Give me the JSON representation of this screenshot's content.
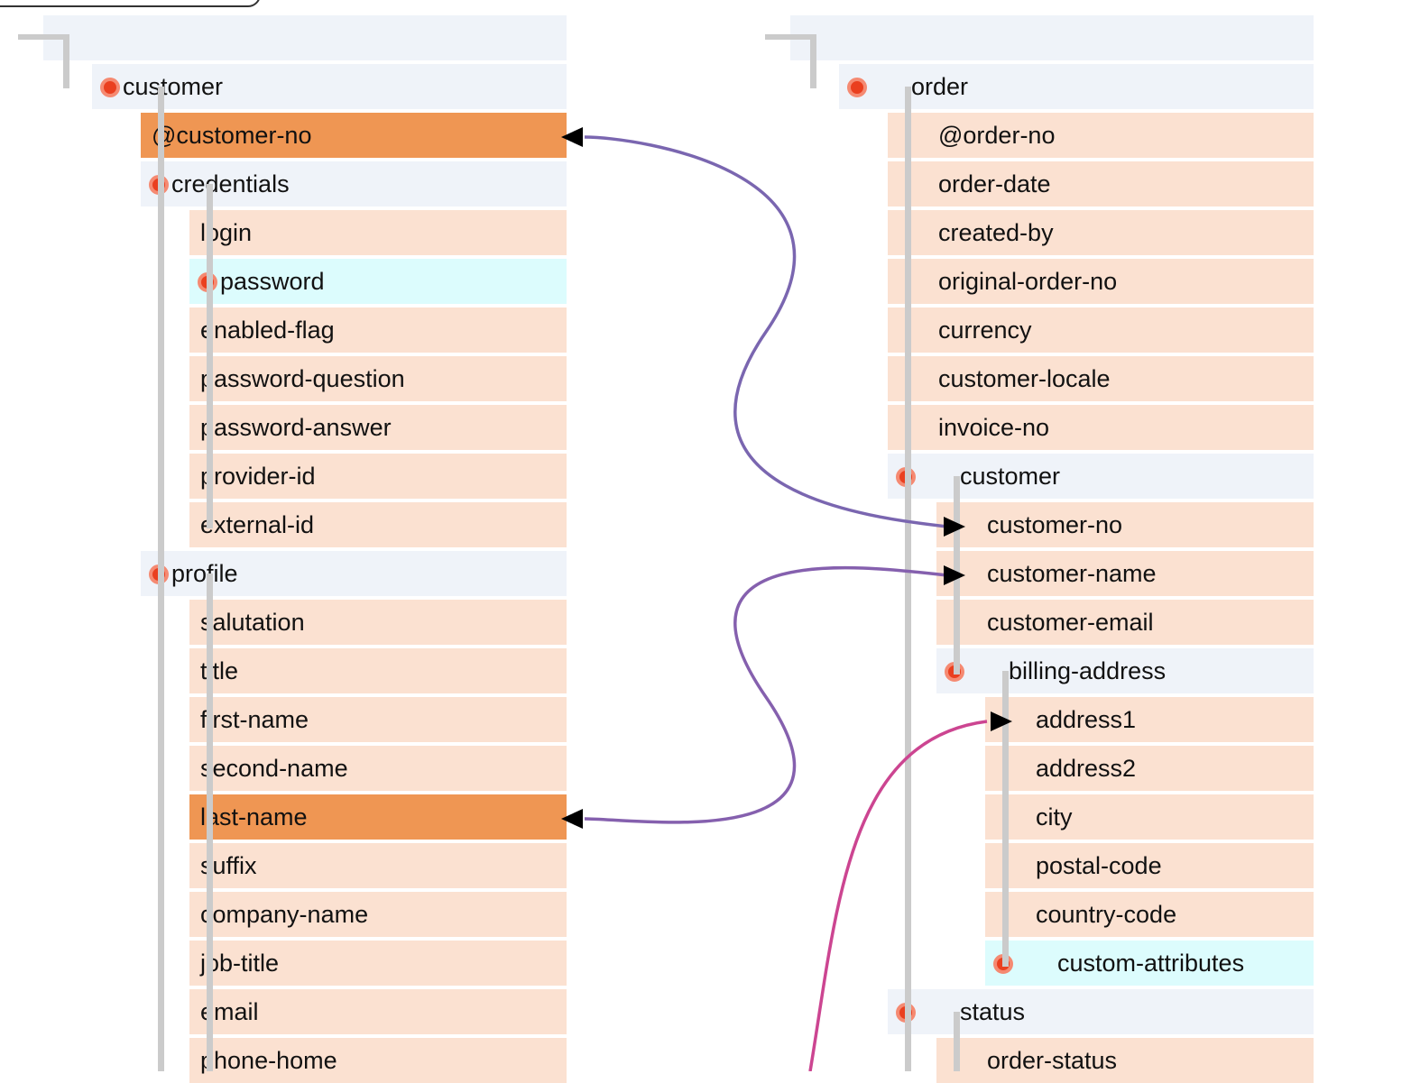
{
  "left_tree": {
    "root_label": "",
    "rows": [
      {
        "label": "customer",
        "kind": "group",
        "depth": 1,
        "dot": true
      },
      {
        "label": "@customer-no",
        "kind": "sel",
        "depth": 2,
        "dot": false
      },
      {
        "label": "credentials",
        "kind": "group",
        "depth": 2,
        "dot": true
      },
      {
        "label": "login",
        "kind": "leaf",
        "depth": 3,
        "dot": false
      },
      {
        "label": "password",
        "kind": "alt",
        "depth": 3,
        "dot": true
      },
      {
        "label": "enabled-flag",
        "kind": "leaf",
        "depth": 3,
        "dot": false
      },
      {
        "label": "password-question",
        "kind": "leaf",
        "depth": 3,
        "dot": false
      },
      {
        "label": "password-answer",
        "kind": "leaf",
        "depth": 3,
        "dot": false
      },
      {
        "label": "provider-id",
        "kind": "leaf",
        "depth": 3,
        "dot": false
      },
      {
        "label": "external-id",
        "kind": "leaf",
        "depth": 3,
        "dot": false
      },
      {
        "label": "profile",
        "kind": "group",
        "depth": 2,
        "dot": true
      },
      {
        "label": "salutation",
        "kind": "leaf",
        "depth": 3,
        "dot": false
      },
      {
        "label": "title",
        "kind": "leaf",
        "depth": 3,
        "dot": false
      },
      {
        "label": "first-name",
        "kind": "leaf",
        "depth": 3,
        "dot": false
      },
      {
        "label": "second-name",
        "kind": "leaf",
        "depth": 3,
        "dot": false
      },
      {
        "label": "last-name",
        "kind": "sel",
        "depth": 3,
        "dot": false
      },
      {
        "label": "suffix",
        "kind": "leaf",
        "depth": 3,
        "dot": false
      },
      {
        "label": "company-name",
        "kind": "leaf",
        "depth": 3,
        "dot": false
      },
      {
        "label": "job-title",
        "kind": "leaf",
        "depth": 3,
        "dot": false
      },
      {
        "label": "email",
        "kind": "leaf",
        "depth": 3,
        "dot": false
      },
      {
        "label": "phone-home",
        "kind": "leaf",
        "depth": 3,
        "dot": false
      }
    ]
  },
  "right_tree": {
    "root_label": "",
    "rows": [
      {
        "label": "order",
        "kind": "group",
        "depth": 1,
        "dot": true
      },
      {
        "label": "@order-no",
        "kind": "leaf",
        "depth": 2,
        "dot": false
      },
      {
        "label": "order-date",
        "kind": "leaf",
        "depth": 2,
        "dot": false
      },
      {
        "label": "created-by",
        "kind": "leaf",
        "depth": 2,
        "dot": false
      },
      {
        "label": "original-order-no",
        "kind": "leaf",
        "depth": 2,
        "dot": false
      },
      {
        "label": "currency",
        "kind": "leaf",
        "depth": 2,
        "dot": false
      },
      {
        "label": "customer-locale",
        "kind": "leaf",
        "depth": 2,
        "dot": false
      },
      {
        "label": "invoice-no",
        "kind": "leaf",
        "depth": 2,
        "dot": false
      },
      {
        "label": "customer",
        "kind": "group",
        "depth": 2,
        "dot": true
      },
      {
        "label": "customer-no",
        "kind": "leaf",
        "depth": 3,
        "dot": false
      },
      {
        "label": "customer-name",
        "kind": "leaf",
        "depth": 3,
        "dot": false
      },
      {
        "label": "customer-email",
        "kind": "leaf",
        "depth": 3,
        "dot": false
      },
      {
        "label": "billing-address",
        "kind": "group",
        "depth": 3,
        "dot": true
      },
      {
        "label": "address1",
        "kind": "leaf",
        "depth": 4,
        "dot": false
      },
      {
        "label": "address2",
        "kind": "leaf",
        "depth": 4,
        "dot": false
      },
      {
        "label": "city",
        "kind": "leaf",
        "depth": 4,
        "dot": false
      },
      {
        "label": "postal-code",
        "kind": "leaf",
        "depth": 4,
        "dot": false
      },
      {
        "label": "country-code",
        "kind": "leaf",
        "depth": 4,
        "dot": false
      },
      {
        "label": "custom-attributes",
        "kind": "alt",
        "depth": 4,
        "dot": true
      },
      {
        "label": "status",
        "kind": "group",
        "depth": 2,
        "dot": true
      },
      {
        "label": "order-status",
        "kind": "leaf",
        "depth": 3,
        "dot": false
      }
    ]
  },
  "mappings": [
    {
      "from": "right:customer-no",
      "to": "left:@customer-no",
      "color": "#7a66b0"
    },
    {
      "from": "right:customer-name",
      "to": "left:last-name",
      "color": "#8560ae"
    },
    {
      "from": "offscreen",
      "to": "right:address1",
      "color": "#cc4591"
    }
  ],
  "colors": {
    "leaf": "#fbe1d1",
    "group": "#eff3f9",
    "alt": "#dcfcfd",
    "selected": "#ef9653",
    "connector": "#cbcbcb",
    "dot": "#ea3f1f"
  }
}
